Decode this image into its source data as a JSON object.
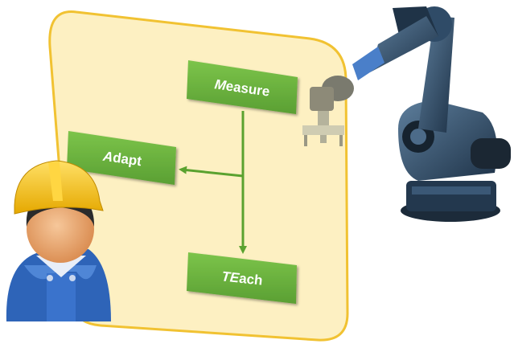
{
  "boxes": {
    "measure": {
      "lead": "M",
      "rest": "easure"
    },
    "adapt": {
      "lead": "A",
      "rest": "dapt"
    },
    "teach": {
      "lead": "TE",
      "rest": "ach"
    }
  },
  "colors": {
    "panel_fill": "#fdf0c2",
    "panel_border": "#f1c232",
    "box_green": "#6bb23f",
    "arrow_green": "#5aa22f",
    "helmet": "#f7c21b",
    "overalls": "#2e64b8",
    "robot_body": "#2d4a66"
  },
  "icons": [
    "worker-icon",
    "industrial-robot-icon"
  ]
}
